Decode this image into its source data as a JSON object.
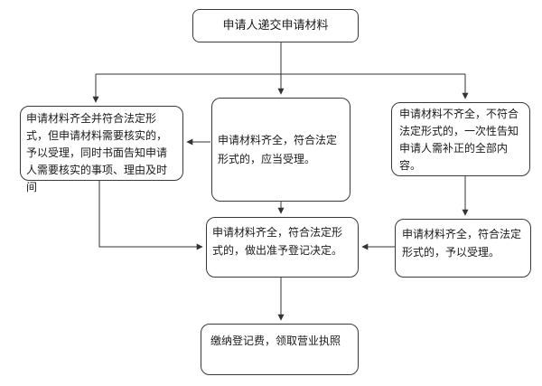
{
  "diagram": {
    "type": "flowchart",
    "nodes": {
      "top": {
        "label": "申请人递交申请材料"
      },
      "left": {
        "label": "申请材料齐全并符合法定形式，但申请材料需要核实的，予以受理，同时书面告知申请人需要核实的事项、理由及时间"
      },
      "center": {
        "label": "申请材料齐全，符合法定形式的，应当受理。"
      },
      "right": {
        "label": "申请材料不齐全，不符合法定形式的，一次性告知申请人需补正的全部内容。"
      },
      "decision": {
        "label": "申请材料齐全，符合法定形式的，做出准予登记决定。"
      },
      "accept": {
        "label": "申请材料齐全，符合法定形式的，予以受理。"
      },
      "final": {
        "label": "缴纳登记费，领取营业执照"
      }
    },
    "colors": {
      "border": "#3a3a3a",
      "line": "#333333",
      "background": "#ffffff",
      "text": "#1a1a1a"
    }
  }
}
